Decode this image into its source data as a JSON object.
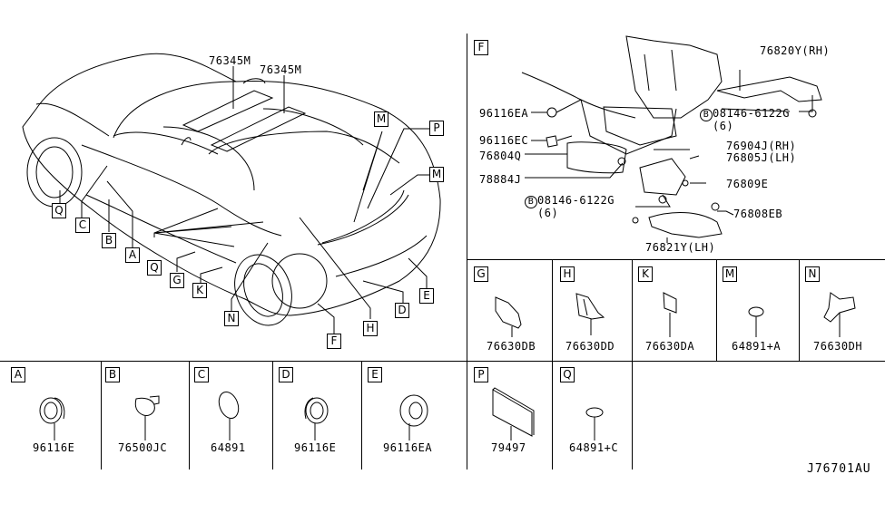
{
  "diagram": {
    "code": "J76701AU",
    "main_view": {
      "callouts": [
        "76345M",
        "76345M"
      ],
      "ref_boxes": [
        "M",
        "P",
        "M",
        "Q",
        "C",
        "B",
        "A",
        "Q",
        "G",
        "K",
        "N",
        "F",
        "H",
        "D",
        "E"
      ]
    },
    "detail_f": {
      "key": "F",
      "labels": {
        "p1": "96116EA",
        "p2": "96116EC",
        "p3": "76804Q",
        "p4": "78884J",
        "bolt1_mark": "B",
        "bolt1": "08146-6122G",
        "bolt1_qty": "(6)",
        "bolt2_mark": "B",
        "bolt2": "08146-6122G",
        "bolt2_qty": "(6)",
        "p5": "76820Y(RH)",
        "p6a": "76904J(RH)",
        "p6b": "76805J(LH)",
        "p7": "76809E",
        "p8": "76808EB",
        "p9": "76821Y(LH)"
      }
    },
    "cells": [
      {
        "key": "G",
        "part": "76630DB"
      },
      {
        "key": "H",
        "part": "76630DD"
      },
      {
        "key": "K",
        "part": "76630DA"
      },
      {
        "key": "M",
        "part": "64891+A"
      },
      {
        "key": "N",
        "part": "76630DH"
      },
      {
        "key": "A",
        "part": "96116E"
      },
      {
        "key": "B",
        "part": "76500JC"
      },
      {
        "key": "C",
        "part": "64891"
      },
      {
        "key": "D",
        "part": "96116E"
      },
      {
        "key": "E",
        "part": "96116EA"
      },
      {
        "key": "P",
        "part": "79497"
      },
      {
        "key": "Q",
        "part": "64891+C"
      }
    ]
  }
}
